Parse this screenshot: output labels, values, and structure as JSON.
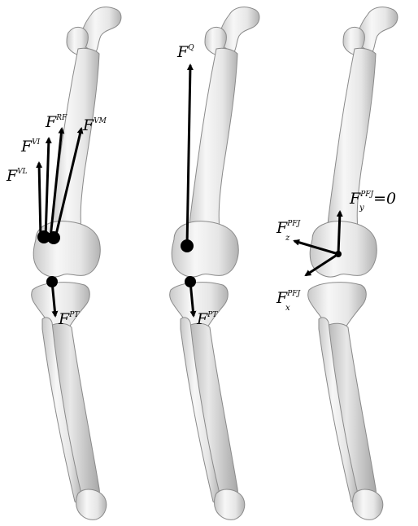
{
  "panels": [
    {
      "id": "left",
      "forces": [
        {
          "base": "F",
          "sup": "VI"
        },
        {
          "base": "F",
          "sup": "RF"
        },
        {
          "base": "F",
          "sup": "VM"
        },
        {
          "base": "F",
          "sup": "VL"
        },
        {
          "base": "F",
          "sup": "PT"
        }
      ]
    },
    {
      "id": "middle",
      "forces": [
        {
          "base": "F",
          "sup": "Q"
        },
        {
          "base": "F",
          "sup": "PT"
        }
      ]
    },
    {
      "id": "right",
      "forces": [
        {
          "base": "F",
          "sup": "PFJ",
          "sub": "y",
          "suffix": "=0"
        },
        {
          "base": "F",
          "sup": "PFJ",
          "sub": "z"
        },
        {
          "base": "F",
          "sup": "PFJ",
          "sub": "x"
        }
      ]
    }
  ],
  "colors": {
    "arrow": "#000000",
    "bone_light": "#f4f4f4",
    "bone_shadow": "#b8b8b8"
  }
}
